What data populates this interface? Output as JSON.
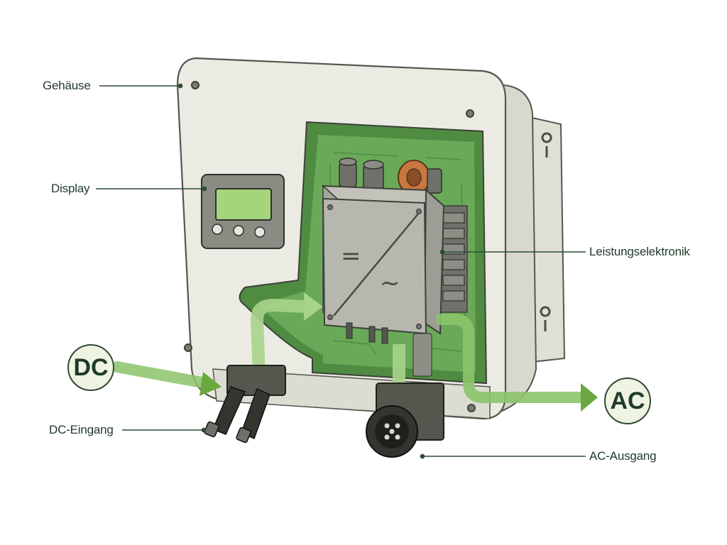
{
  "labels": {
    "housing": "Gehäuse",
    "display": "Display",
    "power_electronics": "Leistungselektronik",
    "dc_input": "DC-Eingang",
    "ac_output": "AC-Ausgang"
  },
  "badges": {
    "dc": "DC",
    "ac": "AC"
  },
  "converter_symbols": {
    "dc": "=",
    "ac": "~"
  },
  "colors": {
    "housing": "#ecebe3",
    "board_green": "#5e9e4e",
    "flow_arrow": "#8cc46a",
    "line": "#2f4a36"
  }
}
